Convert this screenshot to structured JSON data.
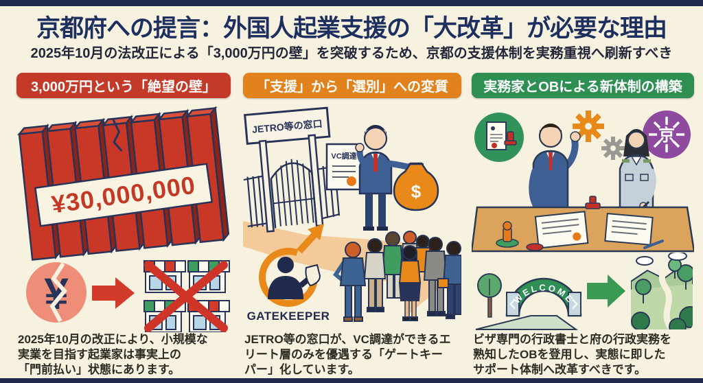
{
  "page": {
    "title": "京都府への提言：外国人起業支援の「大改革」が必要な理由",
    "subtitle": "2025年10月の法改正による「3,000万円の壁」を突破するため、京都の支援体制を実務重視へ刷新すべき"
  },
  "colors": {
    "background": "#f7f1df",
    "border_navy": "#1f2a4e",
    "title_navy": "#1c2f5e",
    "red_accent": "#c43a28",
    "orange_accent": "#e2821c",
    "green_accent": "#2e8f52",
    "purple_accent": "#8e4a9e",
    "pale_arrow": "#f2c48e"
  },
  "icons": {
    "wall": "brick-wall",
    "broken_coin": "cracked-yen-coin",
    "storefronts": "crossed-out-shops",
    "gate": "jetro-gate",
    "money_bag": "dollar-money-bag",
    "gatekeeper": "gatekeeper-logo",
    "crowd": "waiting-crowd",
    "meeting": "officials-at-desk",
    "arch": "welcome-arch",
    "landscape": "green-landscape"
  },
  "columns": [
    {
      "header": "3,000万円という「絶望の壁」",
      "wall_amount": "¥30,000,000",
      "coin_symbol": "¥",
      "caption_lines": [
        "2025年10月の改正により、小規模な",
        "実業を目指す起業家は事実上の",
        "「門前払い」状態にあります。"
      ]
    },
    {
      "header": "「支援」から「選別」への変質",
      "gate_sign": "JETRO等の窓口",
      "document_label": "VC調達",
      "money_symbol": "$",
      "logo_label": "GATEKEEPER",
      "caption_lines": [
        "JETRO等の窓口が、VC調達ができるエ",
        "リート層のみを優遇する「ゲートキー",
        "パー」化しています。"
      ]
    },
    {
      "header": "実務家とOBによる新体制の構築",
      "arch_label": "WELCOME",
      "emblem_char": "京",
      "caption_lines": [
        "ビザ専門の行政書士と府の行政実務を",
        "熟知したOBを登用し、実態に即した",
        "サポート体制へ改革すべきです。"
      ]
    }
  ]
}
